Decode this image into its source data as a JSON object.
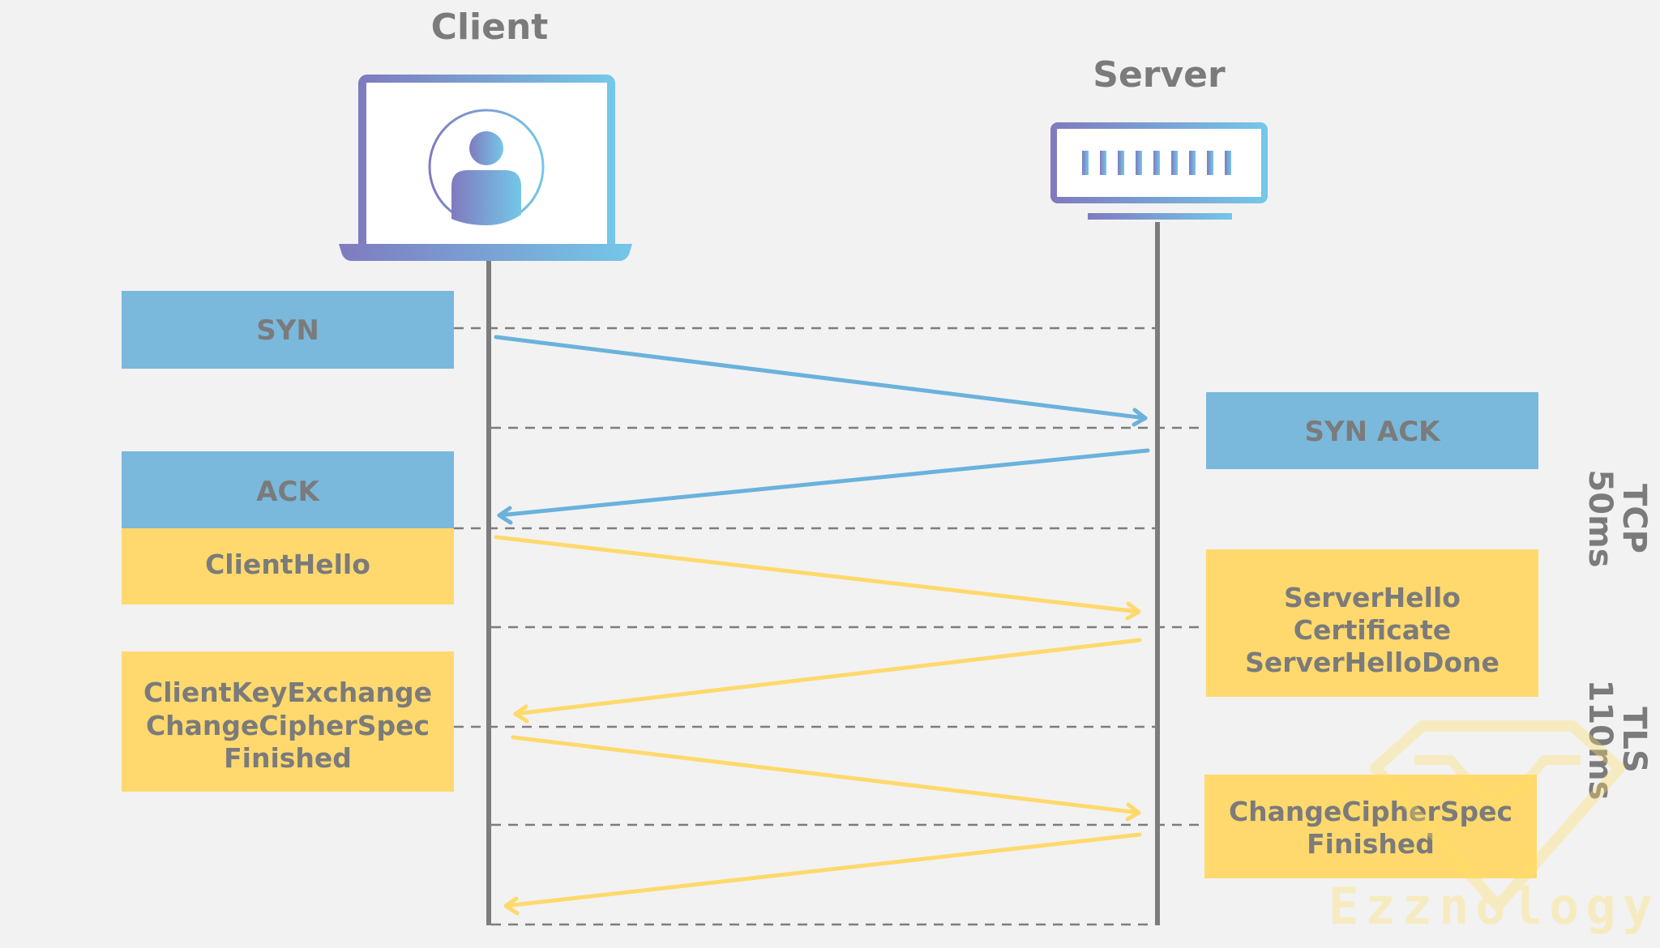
{
  "actors": {
    "client": "Client",
    "server": "Server"
  },
  "messages": {
    "syn": "SYN",
    "syn_ack": "SYN ACK",
    "ack": "ACK",
    "client_hello": "ClientHello",
    "server_hello": [
      "ServerHello",
      "Certificate",
      "ServerHelloDone"
    ],
    "client_key": [
      "ClientKeyExchange",
      "ChangeCipherSpec",
      "Finished"
    ],
    "server_finish": [
      "ChangeCipherSpec",
      "Finished"
    ]
  },
  "timing": {
    "tcp_label": "TCP",
    "tcp_time": "50ms",
    "tls_label": "TLS",
    "tls_time": "110ms"
  },
  "watermark": "Ezznology",
  "colors": {
    "tcp_blue": "#7ab8dc",
    "tls_yellow": "#ffd96d",
    "text_gray": "#7b7b7b",
    "device_gradient_start": "#7f7bbf",
    "device_gradient_end": "#74c7e8"
  },
  "icons": [
    "laptop-icon",
    "user-avatar-icon",
    "server-icon"
  ]
}
